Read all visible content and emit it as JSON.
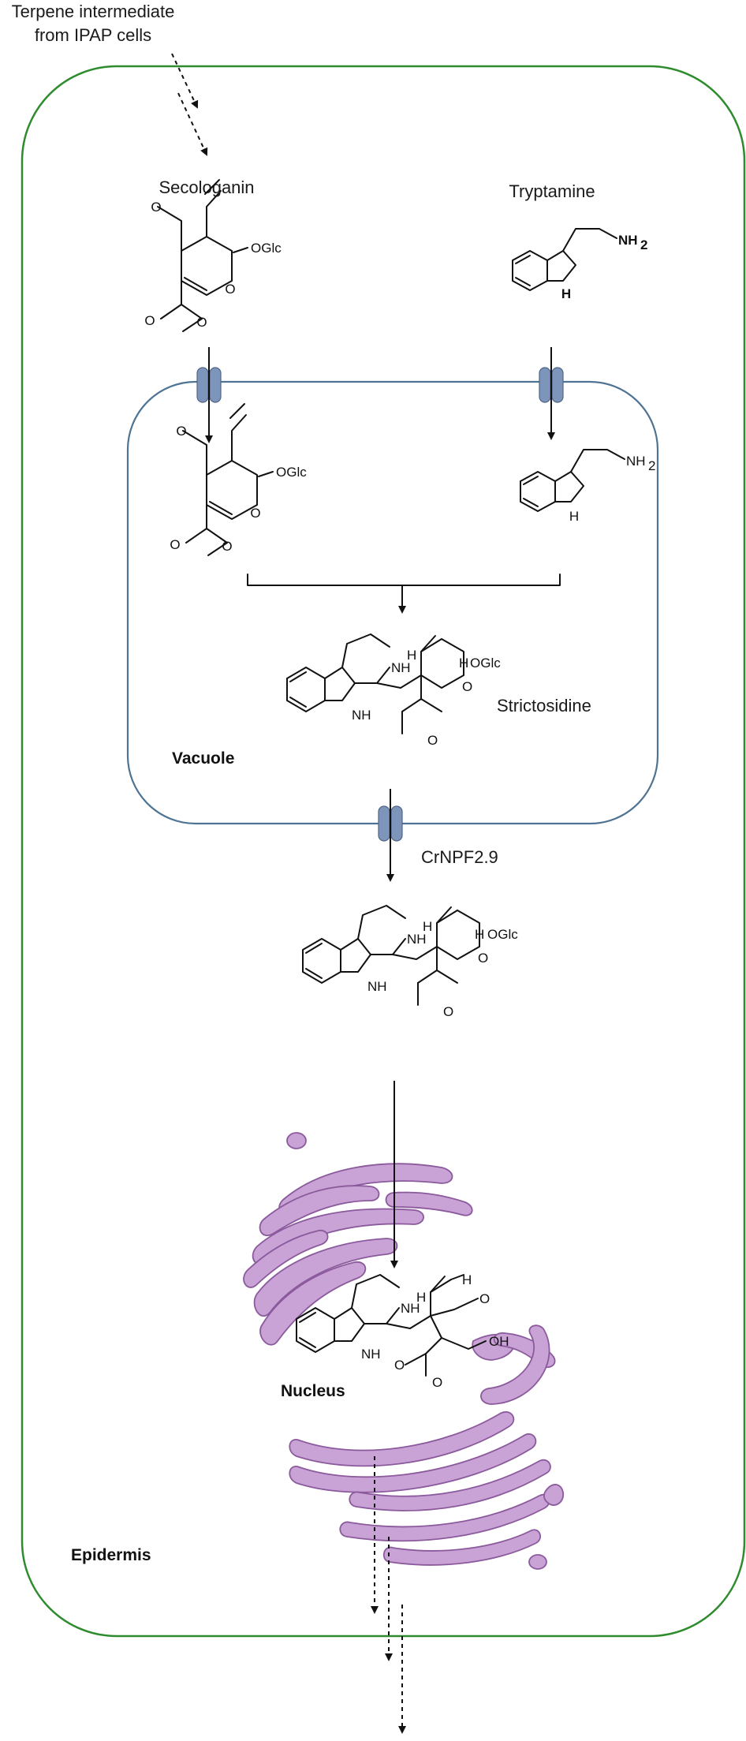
{
  "labels": {
    "terpene_line1": "Terpene intermediate",
    "terpene_line2": "from IPAP cells",
    "secologanin": "Secologanin",
    "tryptamine": "Tryptamine",
    "strictosidine": "Strictosidine",
    "vacuole": "Vacuole",
    "transporter": "CrNPF2.9",
    "nucleus": "Nucleus",
    "epidermis": "Epidermis"
  },
  "atoms": {
    "oglc": "OGlc",
    "o": "O",
    "nh2": "NH2",
    "nh2_sub": "2",
    "nh2_base": "NH",
    "h": "H",
    "nh": "NH",
    "oh": "OH"
  },
  "colors": {
    "cell_border": "#2e8b2e",
    "vacuole_border": "#4f7393",
    "transporter_fill": "#7e95bb",
    "organelle_fill": "#c9a2d6"
  }
}
